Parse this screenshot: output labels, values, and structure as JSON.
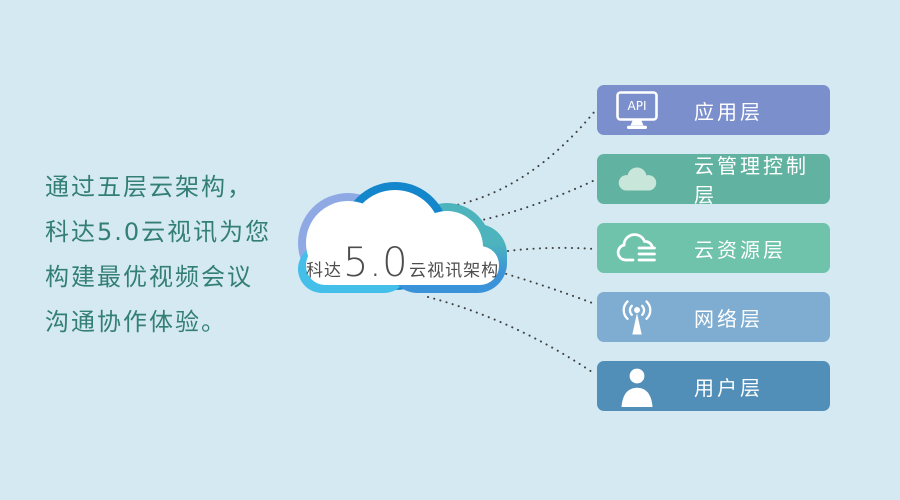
{
  "page": {
    "background": "#d5e9f2"
  },
  "intro": {
    "color": "#337f75",
    "lines": [
      "通过五层云架构，",
      "科达5.0云视讯为您",
      "构建最优视频会议",
      "沟通协作体验。"
    ]
  },
  "cloud": {
    "label_prefix": "科达",
    "label_version": "5.0",
    "label_suffix": "云视讯架构",
    "text_color": "#4d4d4d",
    "border_colors": {
      "top": "#1486cb",
      "left": "#8fa9e4",
      "right_top": "#4db4bd",
      "right_bottom": "#3a92d8",
      "bottom_left": "#43bfe9"
    }
  },
  "connectors": {
    "color": "#404040"
  },
  "layers": [
    {
      "label": "应用层",
      "icon": "api-monitor-icon",
      "icon_text": "API",
      "color": "#7b8fcd"
    },
    {
      "label": "云管理控制层",
      "icon": "cloud-filled-icon",
      "color": "#61b2a0"
    },
    {
      "label": "云资源层",
      "icon": "cloud-list-icon",
      "color": "#70c3ab"
    },
    {
      "label": "网络层",
      "icon": "antenna-signal-icon",
      "color": "#7fadd1"
    },
    {
      "label": "用户层",
      "icon": "user-icon",
      "color": "#528fb8"
    }
  ]
}
